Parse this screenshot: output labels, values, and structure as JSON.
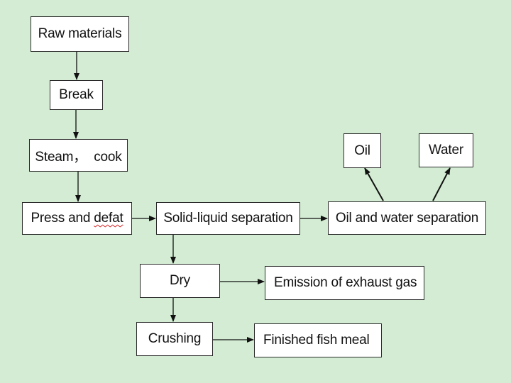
{
  "nodes": {
    "raw_materials": "Raw materials",
    "break": "Break",
    "steam_cook": "Steam，  cook",
    "press_defat_a": "Press and ",
    "press_defat_b": "defat",
    "solid_liquid": "Solid-liquid separation",
    "oil_water_sep": "Oil and water separation",
    "oil": "Oil",
    "water": "Water",
    "dry": "Dry",
    "exhaust": "Emission of exhaust gas",
    "crushing": "Crushing",
    "fish_meal": "Finished fish meal"
  },
  "colors": {
    "background": "#d3ecd3",
    "box_fill": "#ffffff",
    "border": "#2a2a2a",
    "spellcheck_underline": "#d22020"
  }
}
